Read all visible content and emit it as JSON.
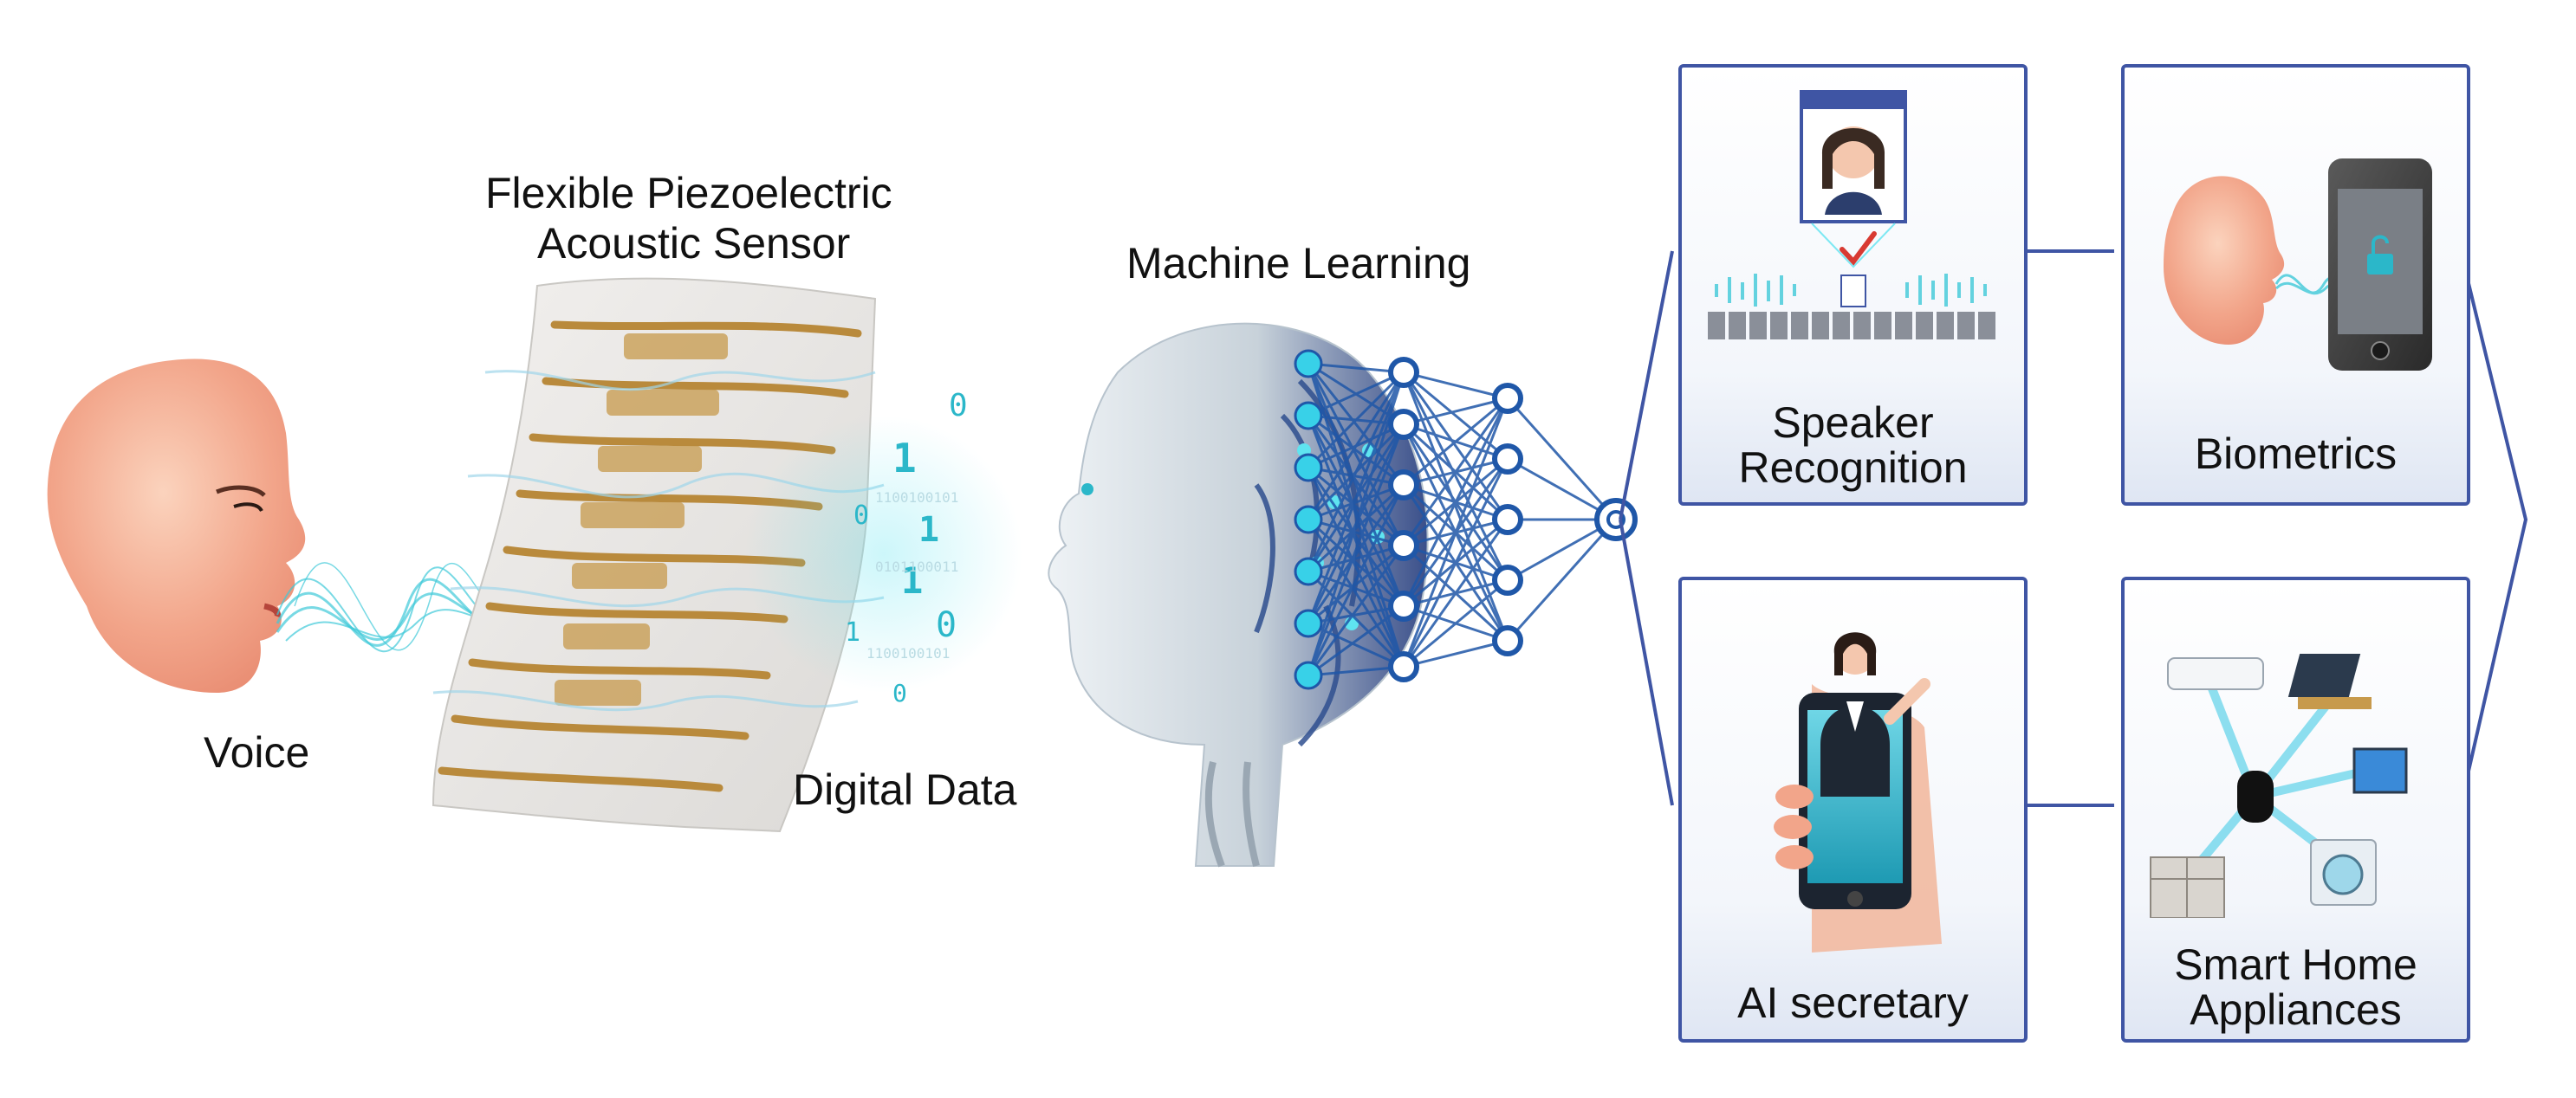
{
  "labels": {
    "voice": "Voice",
    "sensor_line1": "Flexible Piezoelectric",
    "sensor_line2": "Acoustic Sensor",
    "digital_data": "Digital Data",
    "machine_learning": "Machine Learning"
  },
  "binary_text": {
    "glyph_one": "1",
    "glyph_zero": "0",
    "stream_a": "1100100101",
    "stream_b": "0101100011"
  },
  "cards": [
    {
      "label_line1": "Speaker",
      "label_line2": "Recognition"
    },
    {
      "label_line1": "Biometrics",
      "label_line2": ""
    },
    {
      "label_line1": "AI secretary",
      "label_line2": ""
    },
    {
      "label_line1": "Smart Home",
      "label_line2": "Appliances"
    }
  ],
  "icons": {
    "face": "human-face-profile-icon",
    "wave": "sound-wave-icon",
    "sensor": "flexible-sensor-film-icon",
    "robot": "robot-head-icon",
    "network": "neural-network-icon",
    "id_card": "id-card-icon",
    "phone": "smartphone-icon",
    "secretary": "assistant-avatar-icon",
    "home": "smart-home-devices-icon"
  },
  "colors": {
    "frame_blue": "#3f55a4",
    "network_blue": "#1f57a8",
    "node_cyan": "#38d1e8",
    "wave_cyan": "#3fc9d9",
    "skin": "#f2a58a",
    "electrode_gold": "#b98a3c",
    "check_red": "#d83a32"
  }
}
